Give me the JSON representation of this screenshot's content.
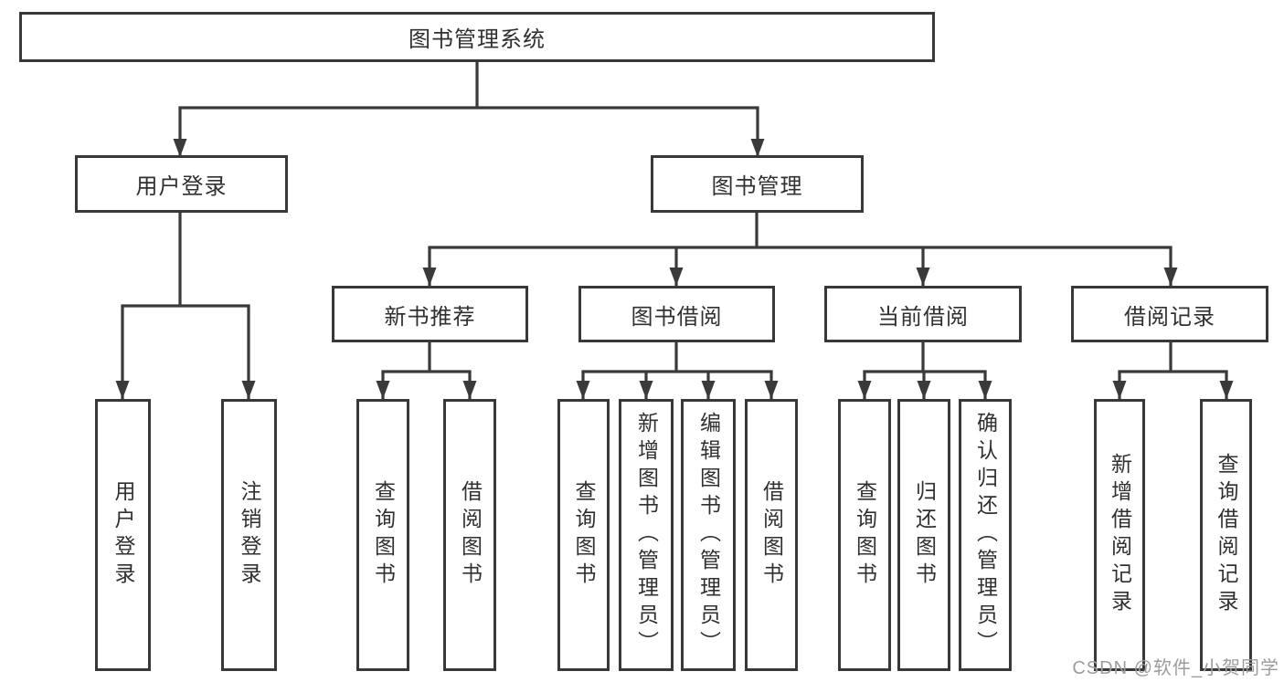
{
  "diagram": {
    "type": "hierarchy-tree",
    "nodes": {
      "root": {
        "label": "图书管理系统"
      },
      "user_login": {
        "label": "用户登录"
      },
      "book_management": {
        "label": "图书管理"
      },
      "new_book_recommend": {
        "label": "新书推荐"
      },
      "book_borrowing": {
        "label": "图书借阅"
      },
      "current_borrowing": {
        "label": "当前借阅"
      },
      "borrowing_records": {
        "label": "借阅记录"
      },
      "leaf_user_login": {
        "label": "用户登录"
      },
      "leaf_logout": {
        "label": "注销登录"
      },
      "leaf_recommend_query_books": {
        "label": "查询图书"
      },
      "leaf_recommend_borrow_books": {
        "label": "借阅图书"
      },
      "leaf_borrowing_query_books": {
        "label": "查询图书"
      },
      "leaf_borrowing_add_books": {
        "label": "新增图书（管理员）"
      },
      "leaf_borrowing_edit_books": {
        "label": "编辑图书（管理员）"
      },
      "leaf_borrowing_borrow_books": {
        "label": "借阅图书"
      },
      "leaf_current_query_books": {
        "label": "查询图书"
      },
      "leaf_current_return_books": {
        "label": "归还图书"
      },
      "leaf_current_confirm_return": {
        "label": "确认归还（管理员）"
      },
      "leaf_records_add_record": {
        "label": "新增借阅记录"
      },
      "leaf_records_query_record": {
        "label": "查询借阅记录"
      }
    },
    "edges": [
      "root -> user_login",
      "root -> book_management",
      "user_login -> leaf_user_login",
      "user_login -> leaf_logout",
      "book_management -> new_book_recommend",
      "book_management -> book_borrowing",
      "book_management -> current_borrowing",
      "book_management -> borrowing_records",
      "new_book_recommend -> leaf_recommend_query_books",
      "new_book_recommend -> leaf_recommend_borrow_books",
      "book_borrowing -> leaf_borrowing_query_books",
      "book_borrowing -> leaf_borrowing_add_books",
      "book_borrowing -> leaf_borrowing_edit_books",
      "book_borrowing -> leaf_borrowing_borrow_books",
      "current_borrowing -> leaf_current_query_books",
      "current_borrowing -> leaf_current_return_books",
      "current_borrowing -> leaf_current_confirm_return",
      "borrowing_records -> leaf_records_add_record",
      "borrowing_records -> leaf_records_query_record"
    ]
  },
  "colors": {
    "line": "#3a3a3a",
    "box_border": "#383838",
    "text": "#303030",
    "background": "#ffffff",
    "watermark": "#9c9c9c"
  },
  "watermark": {
    "text": "CSDN @软件_小贺同学"
  }
}
